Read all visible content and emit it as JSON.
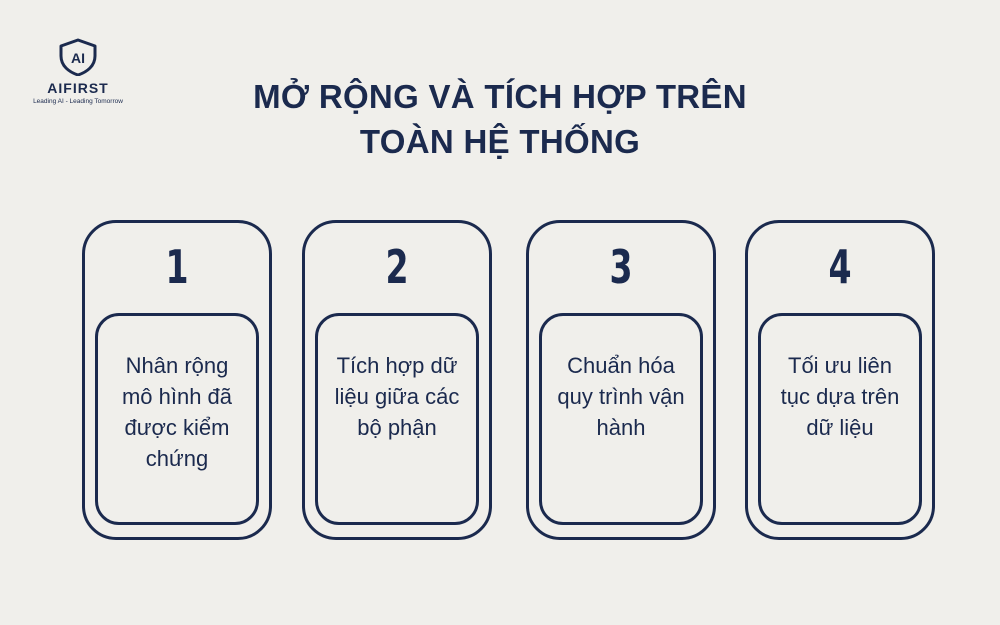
{
  "logo": {
    "name": "AIFIRST",
    "mark": "AI",
    "tagline": "Leading AI - Leading Tomorrow",
    "color": "#1b2a4e"
  },
  "title": {
    "line1": "MỞ RỘNG VÀ TÍCH HỢP TRÊN",
    "line2": "TOÀN HỆ THỐNG"
  },
  "steps": [
    {
      "number": "1",
      "text": "Nhân rộng mô hình đã được kiểm chứng"
    },
    {
      "number": "2",
      "text": "Tích hợp dữ liệu giữa các bộ phận"
    },
    {
      "number": "3",
      "text": "Chuẩn hóa quy trình vận hành"
    },
    {
      "number": "4",
      "text": "Tối ưu liên tục dựa trên dữ liệu"
    }
  ],
  "colors": {
    "background": "#f0efeb",
    "primary": "#1b2a4e"
  }
}
